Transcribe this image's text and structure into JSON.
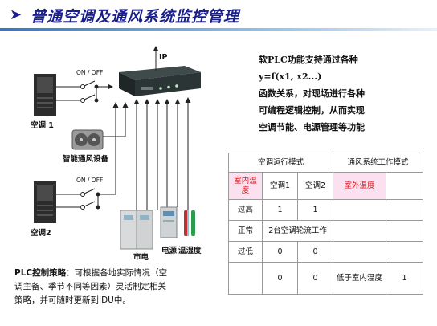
{
  "header": {
    "title": "普通空调及通风系统监控管理"
  },
  "diagram": {
    "ip_label": "IP",
    "ac1": {
      "label": "空调 1",
      "switch_label": "ON / OFF"
    },
    "ac2": {
      "label": "空调2",
      "switch_label": "ON / OFF"
    },
    "fan_label": "智能通风设备",
    "sensors": {
      "mains": "市电",
      "power": "电源",
      "temp_humidity": "温湿度"
    }
  },
  "description": {
    "lines": [
      "软PLC功能支持通过各种",
      "y=f(x1, x2...)",
      "函数关系，对现场进行各种",
      "可编程逻辑控制，从而实现",
      "空调节能、电源管理等功能"
    ]
  },
  "strategy": {
    "head": "PLC控制策略",
    "lines": [
      "PLC控制策略：可根据各地实际情况（空",
      "调主备、季节不同等因素）灵活制定相关",
      "策略，并可随时更新到IDU中。"
    ]
  },
  "table": {
    "header_ac": "空调运行模式",
    "header_vent": "通风系统工作模式",
    "indoor_temp": "室内温度",
    "ac1": "空调1",
    "ac2": "空调2",
    "outdoor_temp": "室外温度",
    "rows": [
      {
        "label": "过高",
        "ac1": "1",
        "ac2": "1",
        "outdoor": "",
        "vent": ""
      },
      {
        "label": "正常",
        "merged": "2台空调轮流工作",
        "outdoor": "",
        "vent": ""
      },
      {
        "label": "过低",
        "ac1": "0",
        "ac2": "0",
        "outdoor": "",
        "vent": ""
      },
      {
        "label": "",
        "ac1": "0",
        "ac2": "0",
        "outdoor": "低于室内温度",
        "vent": "1"
      }
    ]
  }
}
